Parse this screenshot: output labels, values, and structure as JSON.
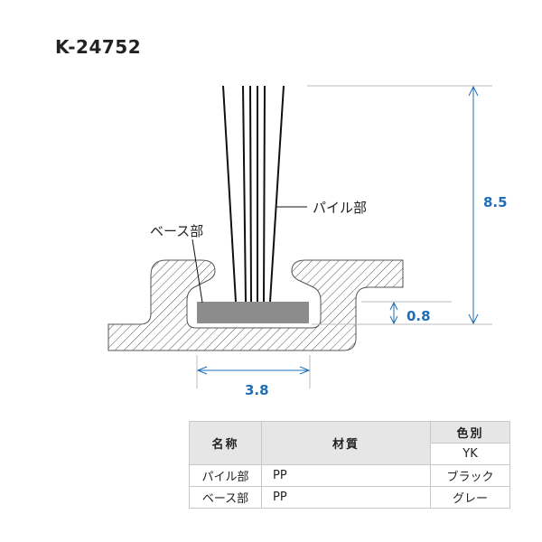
{
  "title": "K-24752",
  "diagram": {
    "labels": {
      "pile": "パイル部",
      "base": "ベース部"
    },
    "dimensions": {
      "height": "8.5",
      "base_thickness": "0.8",
      "base_width": "3.8"
    },
    "colors": {
      "dimension": "#1e6fb8",
      "base": "#8c8c8c",
      "hatch": "#555555"
    }
  },
  "table": {
    "headers": {
      "name": "名称",
      "material": "材質",
      "color": "色別"
    },
    "color_code": "YK",
    "rows": [
      {
        "name": "パイル部",
        "material": "PP",
        "color": "ブラック"
      },
      {
        "name": "ベース部",
        "material": "PP",
        "color": "グレー"
      }
    ]
  }
}
